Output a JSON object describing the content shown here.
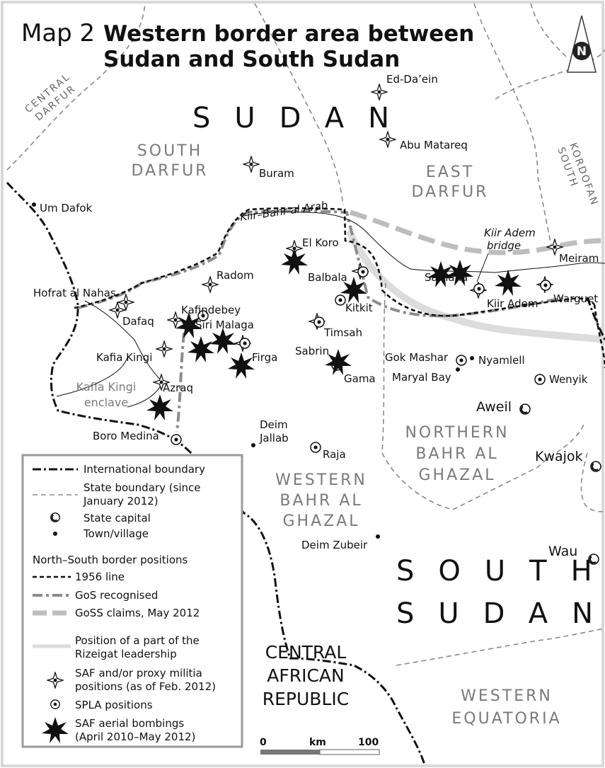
{
  "title": {
    "prefix": "Map 2",
    "line1": "Western border area between",
    "line2": "Sudan and South Sudan"
  },
  "north_arrow": {
    "label": "N",
    "icon": "north-arrow-icon"
  },
  "countries": {
    "sudan": "SUDAN",
    "south_sudan_l1": "SOUTH",
    "south_sudan_l2": "SUDAN",
    "car_l1": "CENTRAL",
    "car_l2": "AFRICAN",
    "car_l3": "REPUBLIC"
  },
  "states": {
    "central_darfur_l1": "CENTRAL",
    "central_darfur_l2": "DARFUR",
    "south_darfur_l1": "SOUTH",
    "south_darfur_l2": "DARFUR",
    "east_darfur_l1": "EAST",
    "east_darfur_l2": "DARFUR",
    "south_kordofan_l1": "SOUTH",
    "south_kordofan_l2": "KORDOFAN",
    "nbg_l1": "NORTHERN",
    "nbg_l2": "BAHR AL",
    "nbg_l3": "GHAZAL",
    "wbg_l1": "WESTERN",
    "wbg_l2": "BAHR AL",
    "wbg_l3": "GHAZAL",
    "weq_l1": "WESTERN",
    "weq_l2": "EQUATORIA",
    "kk_enclave_l1": "Kafia Kingi",
    "kk_enclave_l2": "enclave"
  },
  "features": {
    "river": "Kiir–Bahr al Arab",
    "bridge_l1": "Kiir Adem",
    "bridge_l2": "bridge"
  },
  "places": {
    "ed_daein": "Ed-Da’ein",
    "abu_matareq": "Abu Matareq",
    "buram": "Buram",
    "um_dafok": "Um Dafok",
    "el_koro": "El Koro",
    "radom": "Radom",
    "balbala": "Balbala",
    "kitkit": "Kitkit",
    "samaha": "Samaha",
    "meiram": "Meiram",
    "kiir_adem": "Kiir Adem",
    "warguet": "Warguet",
    "hofrat": "Hofrat al Nahas",
    "dafaq": "Dafaq",
    "kafindebey": "Kafindebey",
    "siri_malaga": "Siri Malaga",
    "timsah": "Timsah",
    "firga": "Firga",
    "kafia_kingi": "Kafia Kingi",
    "sabrin": "Sabrin",
    "gama": "Gama",
    "gok_mashar": "Gok Mashar",
    "nyamlell": "Nyamlell",
    "maryal_bay": "Maryal Bay",
    "wenyik": "Wenyik",
    "azraq": "Azraq",
    "aweil": "Aweil",
    "boro_medina": "Boro Medina",
    "deim_jallab_l1": "Deim",
    "deim_jallab_l2": "Jallab",
    "raja": "Raja",
    "kwajok": "Kwajok",
    "wau": "Wau",
    "deim_zubeir": "Deim Zubeir"
  },
  "legend": {
    "intl": "International boundary",
    "state_l1": "State boundary (since",
    "state_l2": "January 2012)",
    "capital": "State capital",
    "town": "Town/village",
    "ns_heading": "North–South border positions",
    "line1956": "1956 line",
    "gos": "GoS recognised",
    "goss": "GoSS claims, May 2012",
    "rize_l1": "Position of a part of the",
    "rize_l2": "Rizeigat leadership",
    "saf_l1": "SAF and/or proxy militia",
    "saf_l2": "positions (as of Feb. 2012)",
    "spla": "SPLA positions",
    "bomb_l1": "SAF aerial bombings",
    "bomb_l2": "(April 2010–May 2012)"
  },
  "scale": {
    "zero": "0",
    "unit": "km",
    "max": "100"
  },
  "colors": {
    "ink": "#111111",
    "region_grey": "#7a7a7a",
    "gos_grey": "#8c8c8c",
    "goss_grey": "#bdbdbd",
    "rizeigat_grey": "#d6d6d6"
  }
}
